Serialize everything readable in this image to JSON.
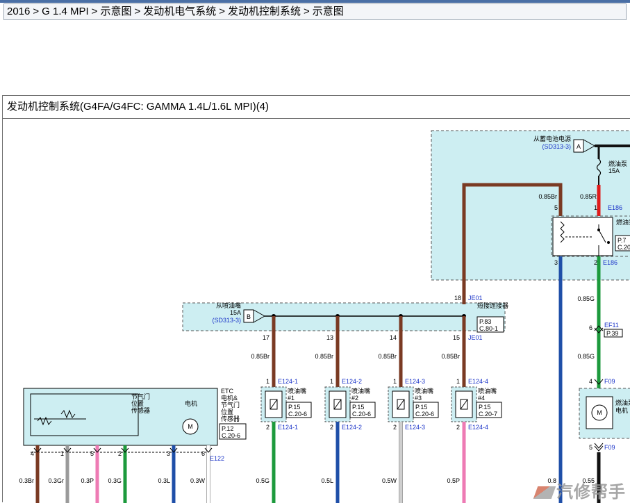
{
  "breadcrumb": [
    "2016",
    "G 1.4 MPI",
    "示意图",
    "发动机电气系统",
    "发动机控制系统",
    "示意图"
  ],
  "breadcrumb_sep": ">",
  "diagram": {
    "title": "发动机控制系统(G4FA/G4FC: GAMMA 1.4L/1.6L MPI)(4)",
    "battery_source": {
      "label": "从蓄电池电源",
      "ref": "(SD313-3)",
      "pin": "A"
    },
    "fuse_pump": {
      "label": "燃油泵",
      "rating": "15A"
    },
    "relay": {
      "label": "燃油泵继电器",
      "page": "P.7",
      "cell": "C.20",
      "pins": {
        "p5": "5",
        "p1": "1",
        "p3": "3",
        "p2": "2"
      },
      "conn_top": "E186",
      "conn_bottom": "E186"
    },
    "injector_source": {
      "label": "从喷油嘴",
      "rating": "15A",
      "ref": "(SD313-3)",
      "pin": "B"
    },
    "joint_connector": {
      "label": "短接连接器",
      "page": "P.83",
      "cell": "C.80-1",
      "conn": "JE01",
      "pin_top": "18",
      "pins": [
        "17",
        "13",
        "14",
        "15"
      ],
      "pin15_conn": "JE01"
    },
    "wires": {
      "relay_in": "0.85Br",
      "relay_feed": "0.85R",
      "relay_out": "0.85G",
      "ef11_out": "0.85G",
      "inj_feed": [
        "0.85Br",
        "0.85Br",
        "0.85Br",
        "0.85Br"
      ],
      "inj_out": [
        "0.5G",
        "0.5L",
        "0.5W",
        "0.5P"
      ],
      "etc": [
        "0.3Br",
        "0.3Gr",
        "0.3P",
        "0.3G",
        "0.3L",
        "0.3W"
      ],
      "bottom_right": [
        "0.8",
        "0.55"
      ]
    },
    "injectors": [
      {
        "label": "喷油嘴",
        "num": "#1",
        "page": "P.15",
        "cell": "C.20-6",
        "conn": "E124-1",
        "pin_in": "1",
        "pin_out": "2"
      },
      {
        "label": "喷油嘴",
        "num": "#2",
        "page": "P.15",
        "cell": "C.20-6",
        "conn": "E124-2",
        "pin_in": "1",
        "pin_out": "2"
      },
      {
        "label": "喷油嘴",
        "num": "#3",
        "page": "P.15",
        "cell": "C.20-6",
        "conn": "E124-3",
        "pin_in": "1",
        "pin_out": "2"
      },
      {
        "label": "喷油嘴",
        "num": "#4",
        "page": "P.15",
        "cell": "C.20-7",
        "conn": "E124-4",
        "pin_in": "1",
        "pin_out": "2"
      }
    ],
    "etc": {
      "title_lines": [
        "ETC",
        "电机&",
        "节气门",
        "位置",
        "传感器"
      ],
      "sensor_label": [
        "节气门",
        "位置",
        "传感器"
      ],
      "motor_label": "电机",
      "motor_symbol": "M",
      "page": "P.12",
      "cell": "C.20-6",
      "conn": "E122",
      "pins": [
        "4",
        "1",
        "5",
        "2",
        "3",
        "6"
      ]
    },
    "ef11": {
      "pin": "6",
      "conn": "EF11",
      "page": "P.39"
    },
    "f09": {
      "pin_in": "4",
      "conn": "F09",
      "pin_out": "5",
      "conn_out": "F09"
    },
    "fuel_pump": {
      "label": [
        "燃油泵",
        "电机"
      ],
      "symbol": "M"
    }
  },
  "watermark": "汽修帮手",
  "colors": {
    "brown": "#7a3a23",
    "red": "#e01b1b",
    "green": "#1c9a3c",
    "blue": "#1f4fa8",
    "pink": "#ee7bb4",
    "gray": "#9a9a9a",
    "white_wire": "#cfcfcf",
    "black": "#111111",
    "box_fill": "#cdeef2",
    "conn_blue": "#1a33c8"
  }
}
